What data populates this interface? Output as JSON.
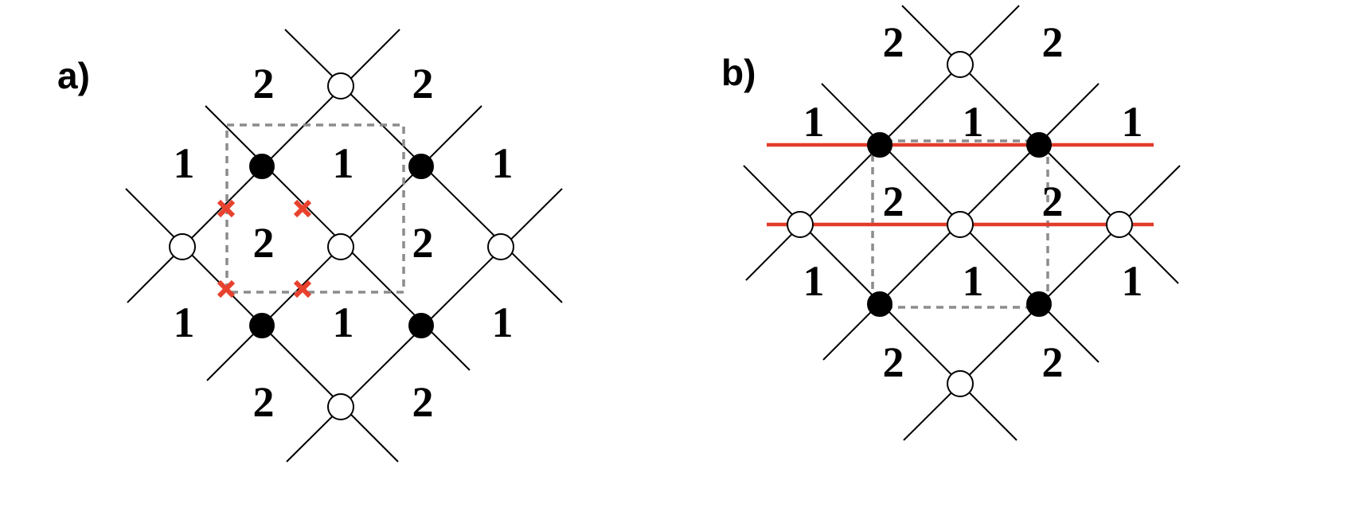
{
  "panel_a": {
    "label": "a)",
    "regions": [
      {
        "text": "2"
      },
      {
        "text": "2"
      },
      {
        "text": "1"
      },
      {
        "text": "1"
      },
      {
        "text": "1"
      },
      {
        "text": "2"
      },
      {
        "text": "2"
      },
      {
        "text": "1"
      },
      {
        "text": "1"
      },
      {
        "text": "1"
      },
      {
        "text": "2"
      },
      {
        "text": "2"
      }
    ]
  },
  "panel_b": {
    "label": "b)",
    "regions": [
      {
        "text": "2"
      },
      {
        "text": "2"
      },
      {
        "text": "1"
      },
      {
        "text": "1"
      },
      {
        "text": "1"
      },
      {
        "text": "2"
      },
      {
        "text": "2"
      },
      {
        "text": "1"
      },
      {
        "text": "1"
      },
      {
        "text": "1"
      },
      {
        "text": "2"
      },
      {
        "text": "2"
      }
    ]
  },
  "colors": {
    "line": "#000000",
    "dashed_box": "#8c8c8c",
    "red_marks": "#e23b2b",
    "open_node": "#ffffff",
    "filled_node": "#000000"
  }
}
